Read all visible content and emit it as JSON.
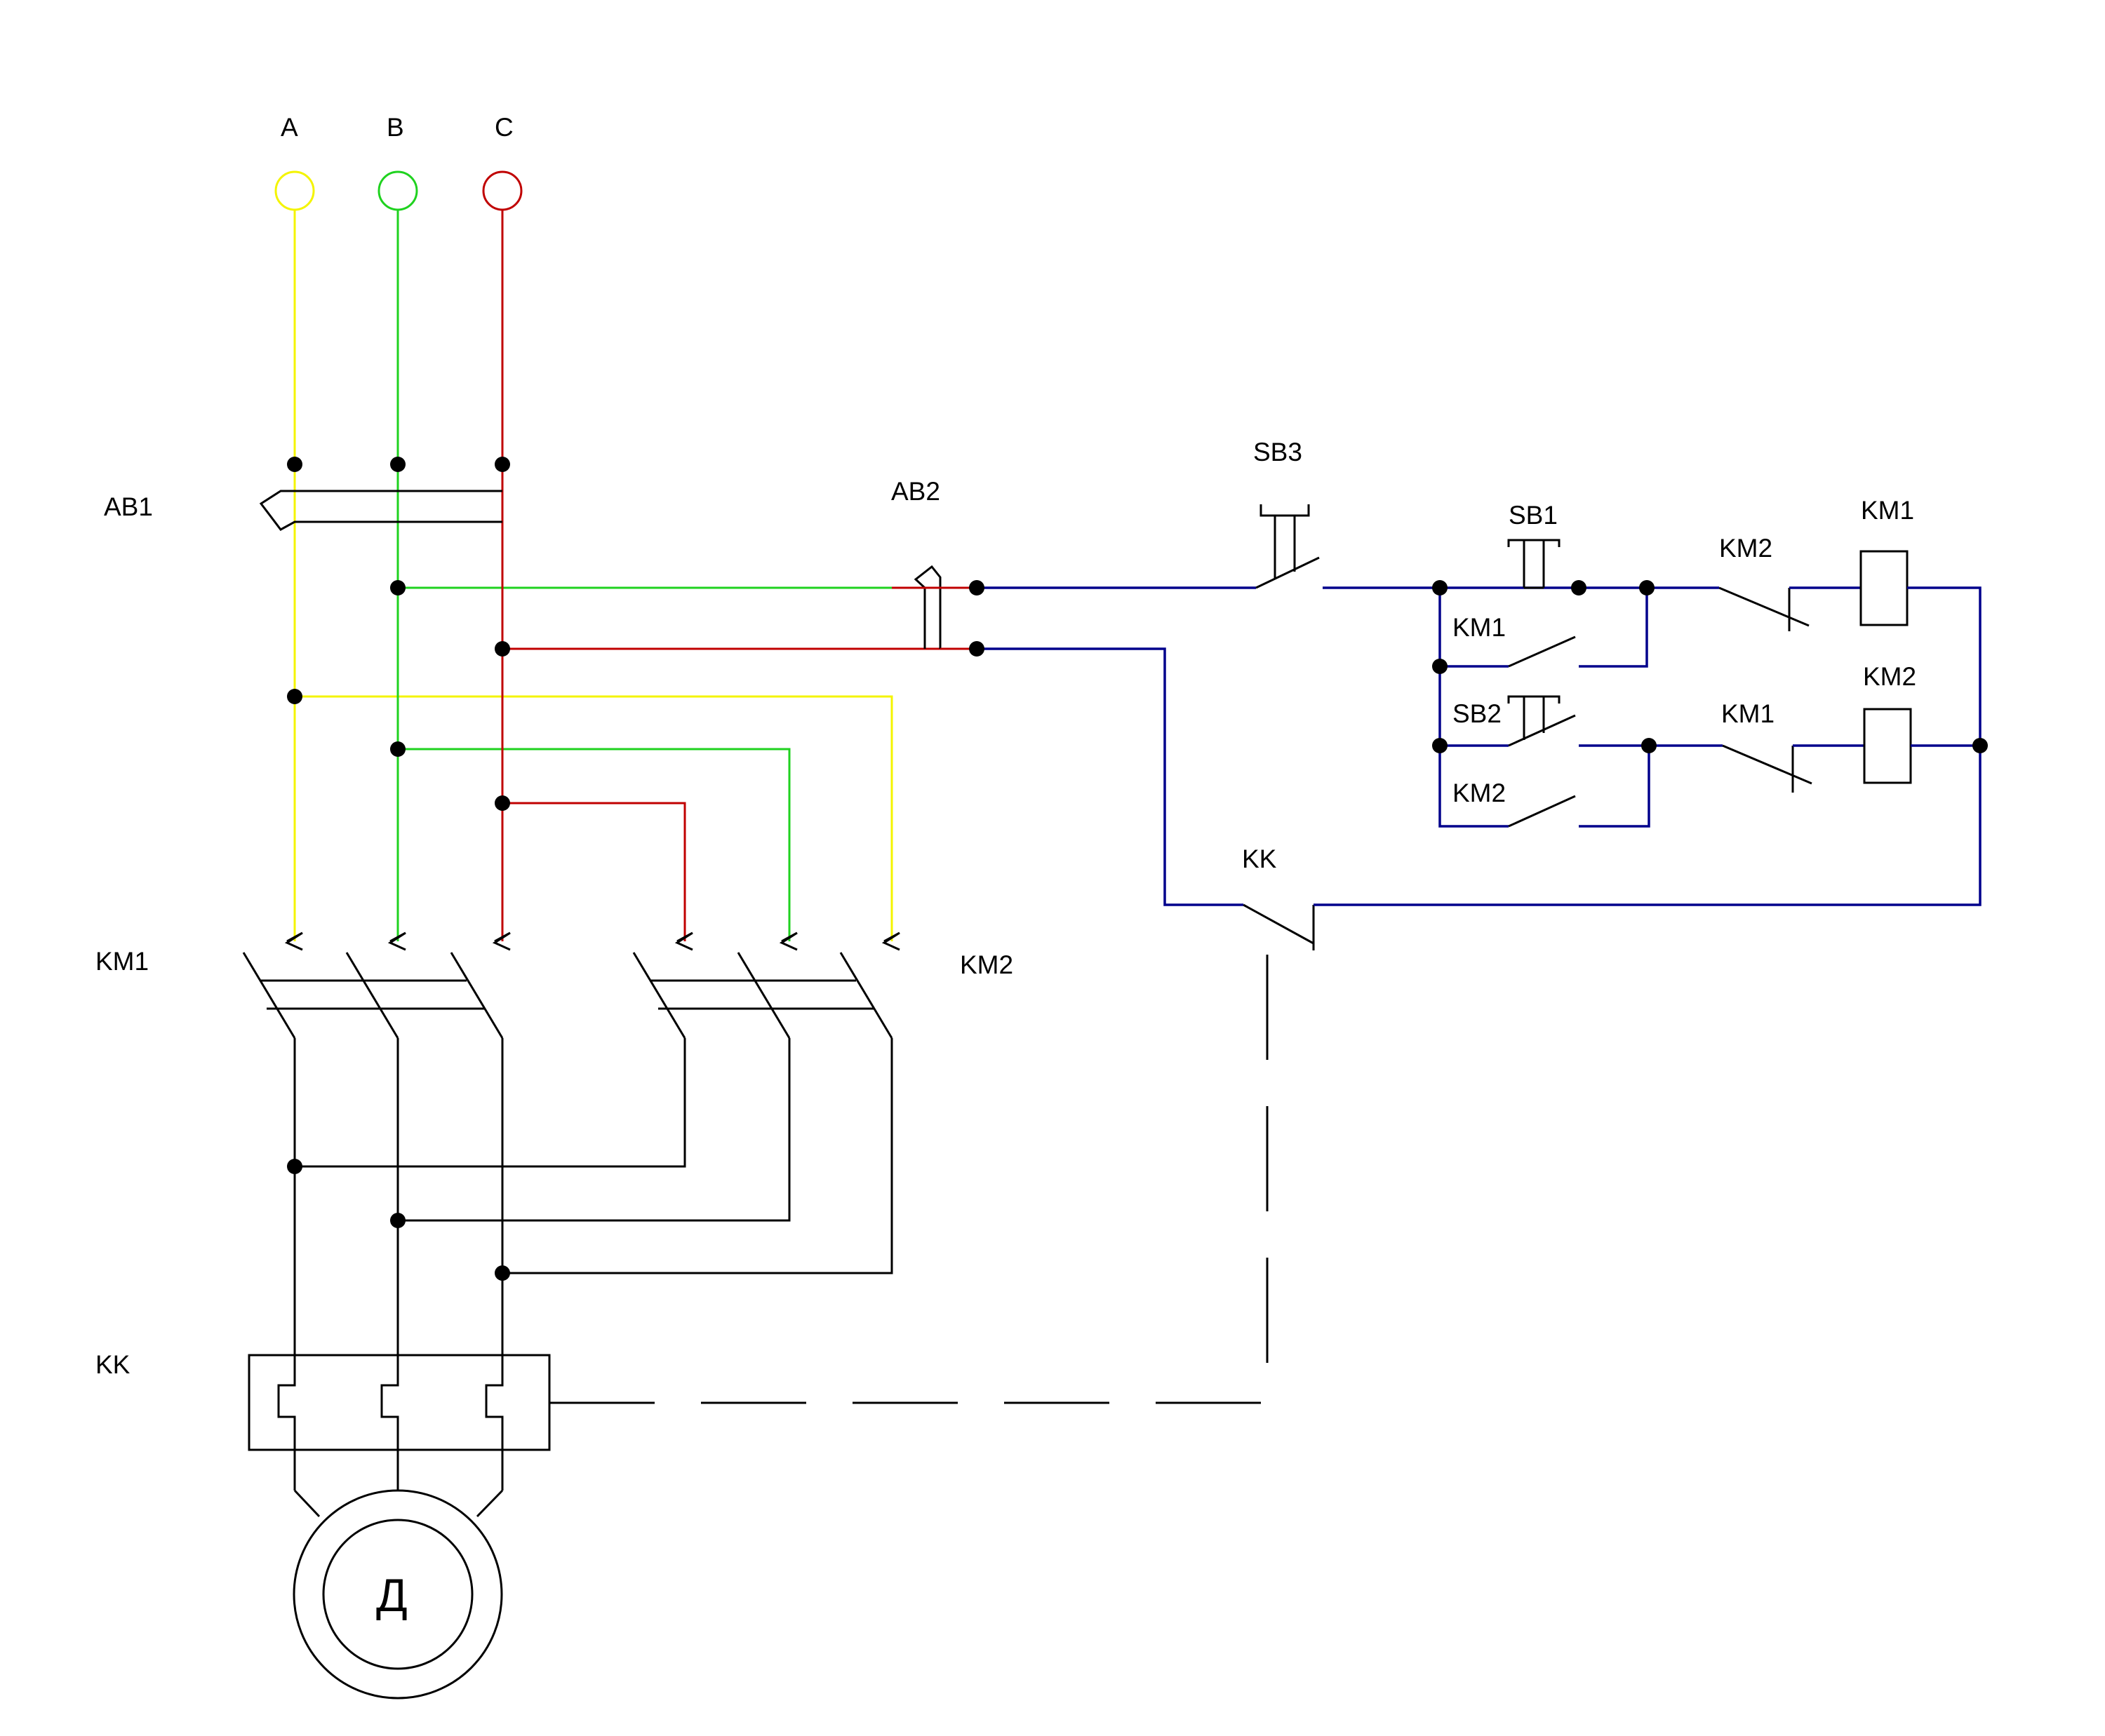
{
  "colors": {
    "phase_a": "#f4f400",
    "phase_b": "#1fd21f",
    "phase_c": "#c00000",
    "control": "#00008c",
    "power": "#000000"
  },
  "labels": {
    "phase_a": "A",
    "phase_b": "B",
    "phase_c": "C",
    "breaker_1": "AB1",
    "breaker_2": "AB2",
    "contactor_km1": "KM1",
    "contactor_km2": "KM2",
    "thermal_relay": "KK",
    "motor": "Д",
    "button_stop": "SB3",
    "button_forward": "SB1",
    "button_reverse": "SB2",
    "control_km1_contact": "KM1",
    "control_km2_contact": "KM2",
    "interlock_km2": "KM2",
    "interlock_km1": "KM1",
    "coil_km1": "KM1",
    "coil_km2": "KM2",
    "thermal_contact": "KK"
  }
}
